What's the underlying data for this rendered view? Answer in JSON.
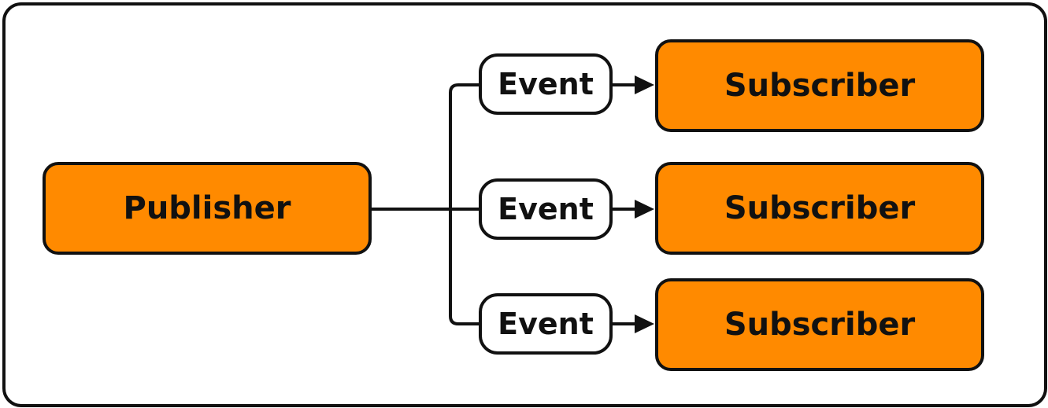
{
  "diagram": {
    "publisher": {
      "label": "Publisher"
    },
    "events": [
      {
        "label": "Event"
      },
      {
        "label": "Event"
      },
      {
        "label": "Event"
      }
    ],
    "subscribers": [
      {
        "label": "Subscriber"
      },
      {
        "label": "Subscriber"
      },
      {
        "label": "Subscriber"
      }
    ]
  },
  "colors": {
    "node_fill": "#FF8A00",
    "stroke": "#111111",
    "event_fill": "#FFFFFF"
  }
}
